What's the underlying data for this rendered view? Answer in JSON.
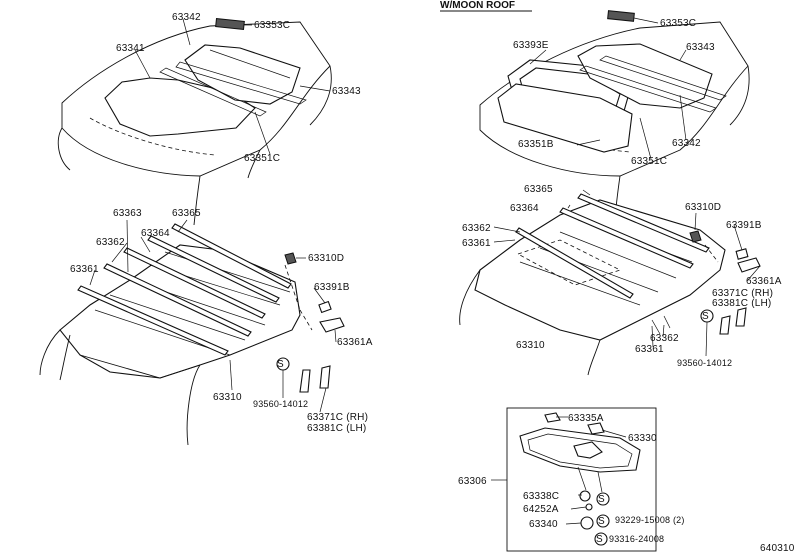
{
  "diagram": {
    "moonroof_header": "W/MOON ROOF",
    "figure_number": "640310",
    "left": {
      "panel_63342": "63342",
      "panel_63353c": "63353C",
      "panel_63341": "63341",
      "panel_63343": "63343",
      "panel_63351c": "63351C",
      "rail_63363": "63363",
      "rail_63365": "63365",
      "rail_63362": "63362",
      "rail_63364": "63364",
      "rail_63361": "63361",
      "clip_63310d": "63310D",
      "clip_63391b": "63391B",
      "clip_63361a": "63361A",
      "screw_93560": "93560-14012",
      "headlining_63310": "63310",
      "bracket_63371c": "63371C (RH)",
      "bracket_63381c": "63381C (LH)"
    },
    "right": {
      "panel_63353c": "63353C",
      "panel_63393e": "63393E",
      "panel_63343": "63343",
      "panel_63342": "63342",
      "panel_63351b": "63351B",
      "panel_63351c": "63351C",
      "rail_63365": "63365",
      "rail_63364": "63364",
      "clip_63310d": "63310D",
      "rail_63362": "63362",
      "rail_63361": "63361",
      "clip_63391b": "63391B",
      "clip_63361a": "63361A",
      "bracket_63371c": "63371C (RH)",
      "bracket_63381c": "63381C (LH)",
      "headlining_63310": "63310",
      "rail_63362_lower": "63362",
      "rail_63361_lower": "63361",
      "screw_93560": "93560-14012"
    },
    "inset": {
      "lamp_63306": "63306",
      "cover_63335a": "63335A",
      "lens_63330": "63330",
      "knob_63338c": "63338C",
      "washer_64252a": "64252A",
      "screw_93229": "93229-15008 (2)",
      "knob_63340": "63340",
      "screw_93316": "93316-24008"
    }
  }
}
